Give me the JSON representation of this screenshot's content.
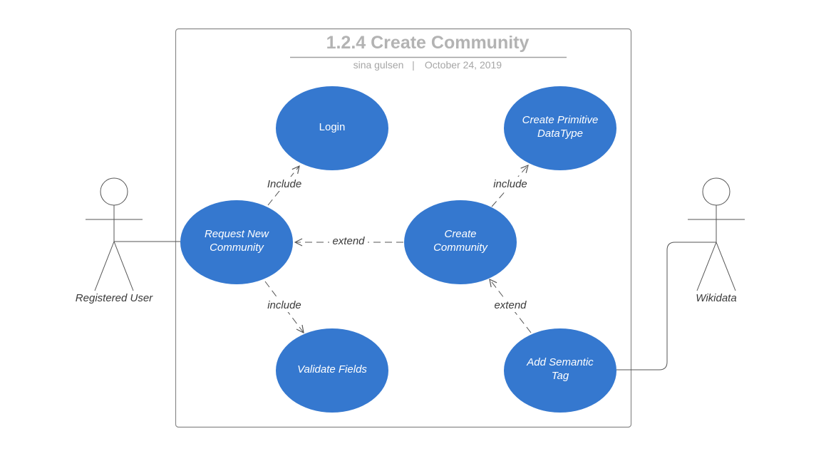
{
  "header": {
    "title": "1.2.4 Create Community",
    "author": "sina gulsen",
    "separator": "|",
    "date": "October 24, 2019"
  },
  "actors": [
    {
      "id": "registered-user",
      "label": "Registered User"
    },
    {
      "id": "wikidata",
      "label": "Wikidata"
    }
  ],
  "use_cases": [
    {
      "id": "login",
      "lines": [
        "Login"
      ],
      "italic": false
    },
    {
      "id": "create-primitive-datatype",
      "lines": [
        "Create Primitive",
        "DataType"
      ],
      "italic": true
    },
    {
      "id": "request-new-community",
      "lines": [
        "Request New",
        "Community"
      ],
      "italic": true
    },
    {
      "id": "create-community",
      "lines": [
        "Create",
        "Community"
      ],
      "italic": true
    },
    {
      "id": "validate-fields",
      "lines": [
        "Validate Fields"
      ],
      "italic": true
    },
    {
      "id": "add-semantic-tag",
      "lines": [
        "Add Semantic",
        "Tag"
      ],
      "italic": true
    }
  ],
  "relations": [
    {
      "id": "rel-request-login",
      "label": "Include"
    },
    {
      "id": "rel-create-primitive",
      "label": "include"
    },
    {
      "id": "rel-create-request",
      "label": "extend"
    },
    {
      "id": "rel-request-validate",
      "label": "include"
    },
    {
      "id": "rel-tag-create",
      "label": "extend"
    }
  ],
  "colors": {
    "use_case_fill": "#3578cf",
    "border": "#7f7f7f",
    "line": "#555555",
    "title": "#b3b3b3"
  }
}
